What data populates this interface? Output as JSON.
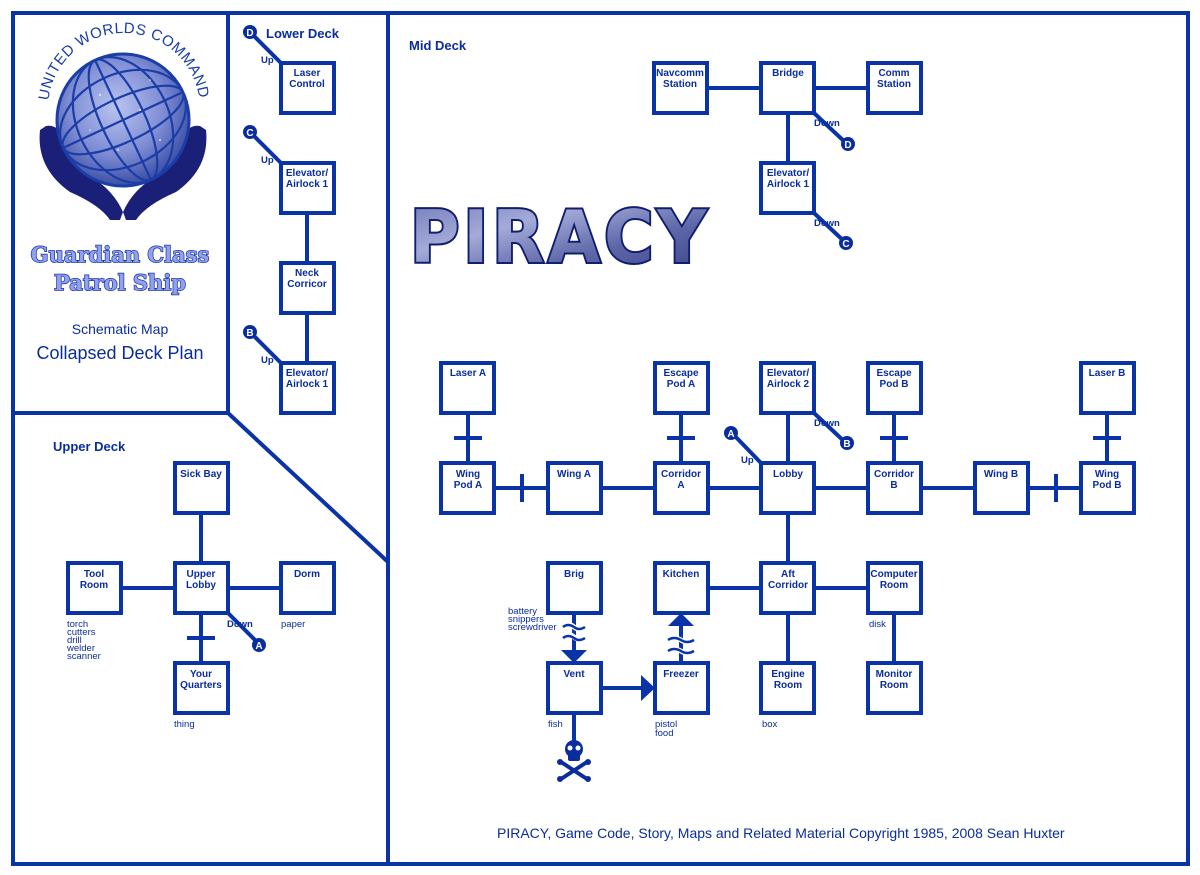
{
  "logo": {
    "arc_text": "UNITED WORLDS COMMAND",
    "class_line1": "Guardian Class",
    "class_line2": "Patrol Ship",
    "subtitle": "Schematic Map",
    "title": "Collapsed Deck Plan"
  },
  "game_title": "PIRACY",
  "copyright": "PIRACY, Game Code, Story, Maps and Related Material Copyright 1985, 2008 Sean Huxter",
  "colors": {
    "ink": "#0a2d9c",
    "line": "#0a33a8",
    "background": "#ffffff"
  },
  "decks": {
    "lower": {
      "title": "Lower Deck",
      "rooms": {
        "laser_control": {
          "line1": "Laser",
          "line2": "Control"
        },
        "elevator_top": {
          "line1": "Elevator/",
          "line2": "Airlock 1"
        },
        "neck": {
          "line1": "Neck",
          "line2": "Corricor"
        },
        "elevator_bottom": {
          "line1": "Elevator/",
          "line2": "Airlock 1"
        }
      },
      "connectors": [
        {
          "badge": "D",
          "label": "Up"
        },
        {
          "badge": "C",
          "label": "Up"
        },
        {
          "badge": "B",
          "label": "Up"
        }
      ]
    },
    "upper": {
      "title": "Upper Deck",
      "rooms": {
        "sick_bay": {
          "line1": "Sick Bay",
          "line2": ""
        },
        "tool_room": {
          "line1": "Tool",
          "line2": "Room"
        },
        "upper_lobby": {
          "line1": "Upper",
          "line2": "Lobby"
        },
        "dorm": {
          "line1": "Dorm",
          "line2": ""
        },
        "your_quarters": {
          "line1": "Your",
          "line2": "Quarters"
        }
      },
      "items": {
        "tool_room": [
          "torch",
          "cutters",
          "drill",
          "welder",
          "scanner"
        ],
        "dorm": [
          "paper"
        ],
        "your_quarters": [
          "thing"
        ]
      },
      "connectors": [
        {
          "badge": "A",
          "label": "Down"
        }
      ]
    },
    "mid": {
      "title": "Mid Deck",
      "rooms": {
        "navcomm": {
          "line1": "Navcomm",
          "line2": "Station"
        },
        "bridge": {
          "line1": "Bridge",
          "line2": ""
        },
        "comm": {
          "line1": "Comm",
          "line2": "Station"
        },
        "elevator1": {
          "line1": "Elevator/",
          "line2": "Airlock 1"
        },
        "laser_a": {
          "line1": "Laser A",
          "line2": ""
        },
        "escape_a": {
          "line1": "Escape",
          "line2": "Pod A"
        },
        "elevator2": {
          "line1": "Elevator/",
          "line2": "Airlock 2"
        },
        "escape_b": {
          "line1": "Escape",
          "line2": "Pod B"
        },
        "laser_b": {
          "line1": "Laser B",
          "line2": ""
        },
        "wing_pod_a": {
          "line1": "Wing",
          "line2": "Pod A"
        },
        "wing_a": {
          "line1": "Wing A",
          "line2": ""
        },
        "corridor_a": {
          "line1": "Corridor",
          "line2": "A"
        },
        "lobby": {
          "line1": "Lobby",
          "line2": ""
        },
        "corridor_b": {
          "line1": "Corridor",
          "line2": "B"
        },
        "wing_b": {
          "line1": "Wing B",
          "line2": ""
        },
        "wing_pod_b": {
          "line1": "Wing",
          "line2": "Pod B"
        },
        "brig": {
          "line1": "Brig",
          "line2": ""
        },
        "kitchen": {
          "line1": "Kitchen",
          "line2": ""
        },
        "aft_corridor": {
          "line1": "Aft",
          "line2": "Corridor"
        },
        "computer_room": {
          "line1": "Computer",
          "line2": "Room"
        },
        "vent": {
          "line1": "Vent",
          "line2": ""
        },
        "freezer": {
          "line1": "Freezer",
          "line2": ""
        },
        "engine_room": {
          "line1": "Engine",
          "line2": "Room"
        },
        "monitor_room": {
          "line1": "Monitor",
          "line2": "Room"
        }
      },
      "items": {
        "brig": [
          "battery",
          "snippers",
          "screwdriver"
        ],
        "vent": [
          "fish"
        ],
        "freezer": [
          "pistol",
          "food"
        ],
        "engine_room": [
          "box"
        ],
        "computer_room": [
          "disk"
        ]
      },
      "connectors": [
        {
          "badge": "D",
          "label": "Down"
        },
        {
          "badge": "C",
          "label": "Down"
        },
        {
          "badge": "B",
          "label": "Down"
        },
        {
          "badge": "A",
          "label": "Up"
        }
      ]
    }
  }
}
